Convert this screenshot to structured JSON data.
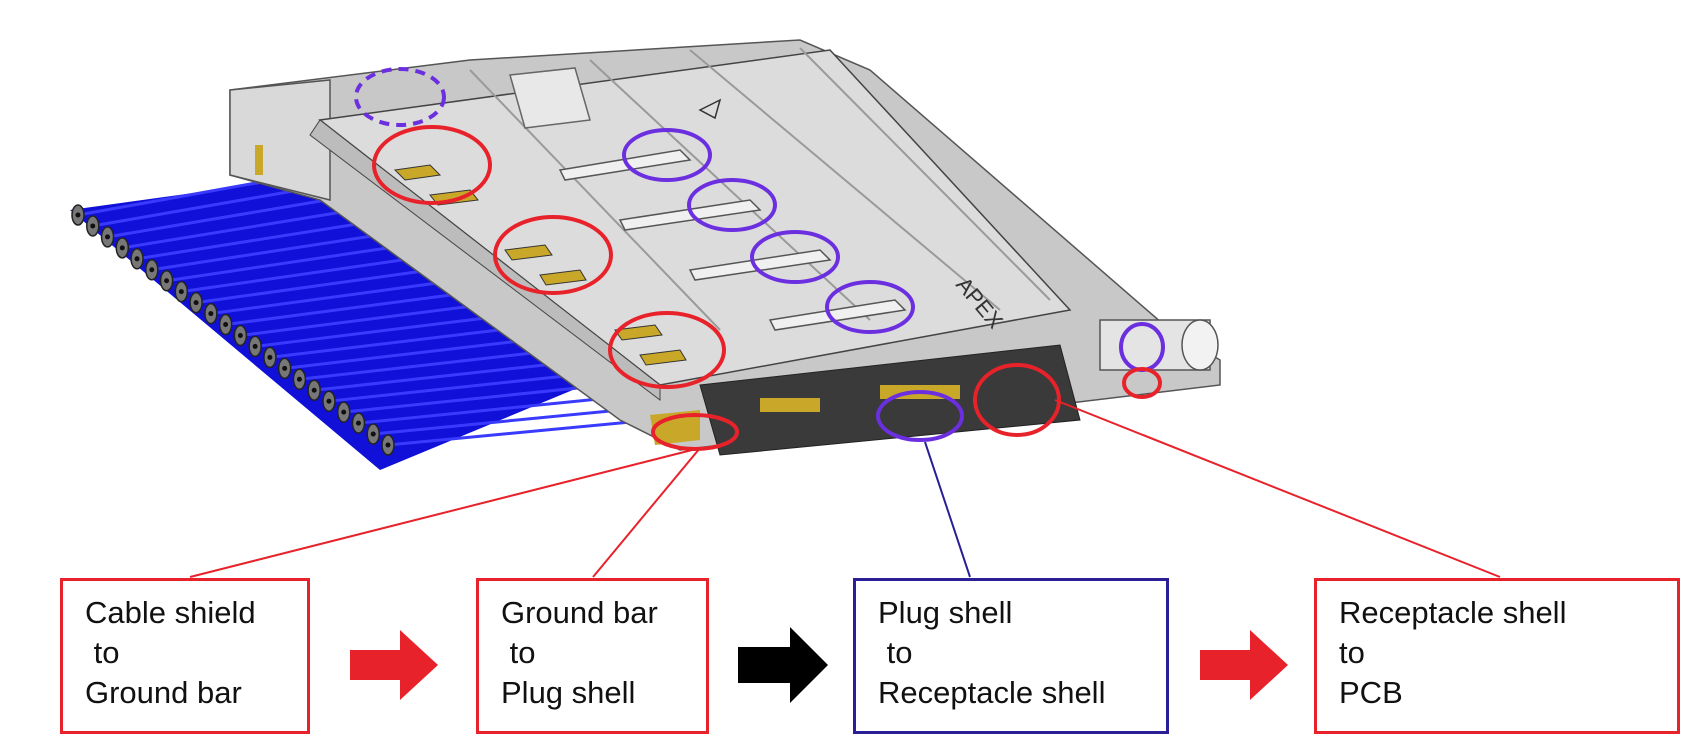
{
  "colors": {
    "red": "#e8222a",
    "navy": "#2a1f96",
    "purple": "#6b2fe0",
    "cable_blue": "#1a1adc",
    "arrow_black": "#000000",
    "metal": "#d4d4d4",
    "gold": "#c9a829"
  },
  "steps": [
    {
      "lines": [
        "Cable shield",
        " to",
        "Ground bar"
      ],
      "border": "red"
    },
    {
      "lines": [
        "Ground bar",
        " to",
        "Plug shell"
      ],
      "border": "red"
    },
    {
      "lines": [
        "Plug shell",
        " to",
        "Receptacle shell"
      ],
      "border": "navy"
    },
    {
      "lines": [
        "Receptacle shell",
        "to",
        "PCB"
      ],
      "border": "red"
    }
  ],
  "arrows": [
    "red",
    "black",
    "red"
  ],
  "connector_marking": "APEX"
}
